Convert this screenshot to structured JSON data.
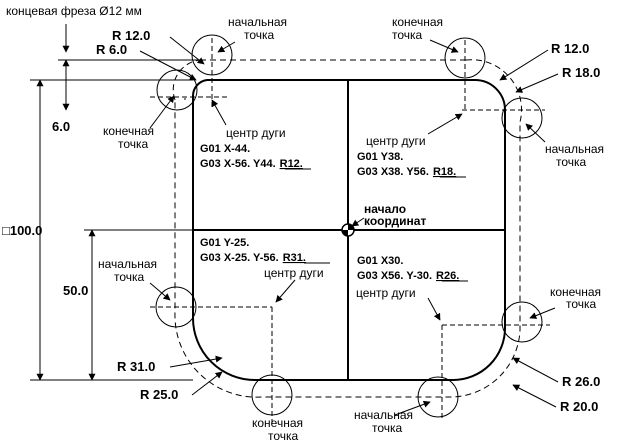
{
  "title": "концевая фреза  Ø12 мм",
  "dimensions": {
    "r12_top_left": "R 12.0",
    "r6_top_left": "R 6.0",
    "d6": "6.0",
    "square100": "□100.0",
    "d50": "50.0",
    "r31": "R 31.0",
    "r25": "R 25.0",
    "r12_top_right": "R 12.0",
    "r18": "R 18.0",
    "r26": "R 26.0",
    "r20": "R 20.0"
  },
  "labels": {
    "start_point_l1": "начальная",
    "start_point_l2": "точка",
    "end_point_l1": "конечная",
    "end_point_l2": "точка",
    "arc_center": "центр дуги",
    "origin_l1": "начало",
    "origin_l2": "координат"
  },
  "program": {
    "top_left": {
      "line1": "G01 X-44.",
      "line2": "G03 X-56. Y44.",
      "radius": "R12."
    },
    "top_right": {
      "line1": "G01 Y38.",
      "line2": "G03 X38. Y56.",
      "radius": "R18."
    },
    "bottom_left": {
      "line1": "G01 Y-25.",
      "line2": "G03 X-25. Y-56.",
      "radius": "R31."
    },
    "bottom_right": {
      "line1": "G01 X30.",
      "line2": "G03 X56. Y-30.",
      "radius": "R26."
    }
  }
}
